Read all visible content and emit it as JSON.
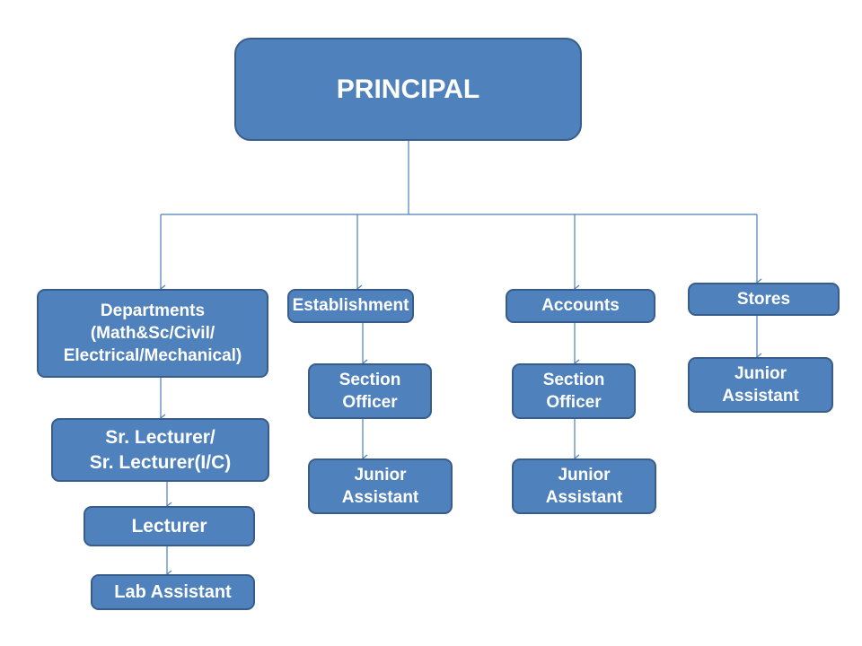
{
  "diagram": {
    "root": {
      "label": "PRINCIPAL"
    },
    "departments": {
      "label": "Departments\n(Math&Sc/Civil/\nElectrical/Mechanical)",
      "children": [
        "Sr. Lecturer/\nSr. Lecturer(I/C)",
        "Lecturer",
        "Lab Assistant"
      ]
    },
    "establishment": {
      "label": "Establishment",
      "children": [
        "Section\nOfficer",
        "Junior\nAssistant"
      ]
    },
    "accounts": {
      "label": "Accounts",
      "children": [
        "Section\nOfficer",
        "Junior\nAssistant"
      ]
    },
    "stores": {
      "label": "Stores",
      "children": [
        "Junior\nAssistant"
      ]
    },
    "colors": {
      "box_fill": "#4f81bd",
      "box_border": "#385d8a",
      "connector": "#4a7ebb",
      "text": "#ffffff"
    }
  }
}
